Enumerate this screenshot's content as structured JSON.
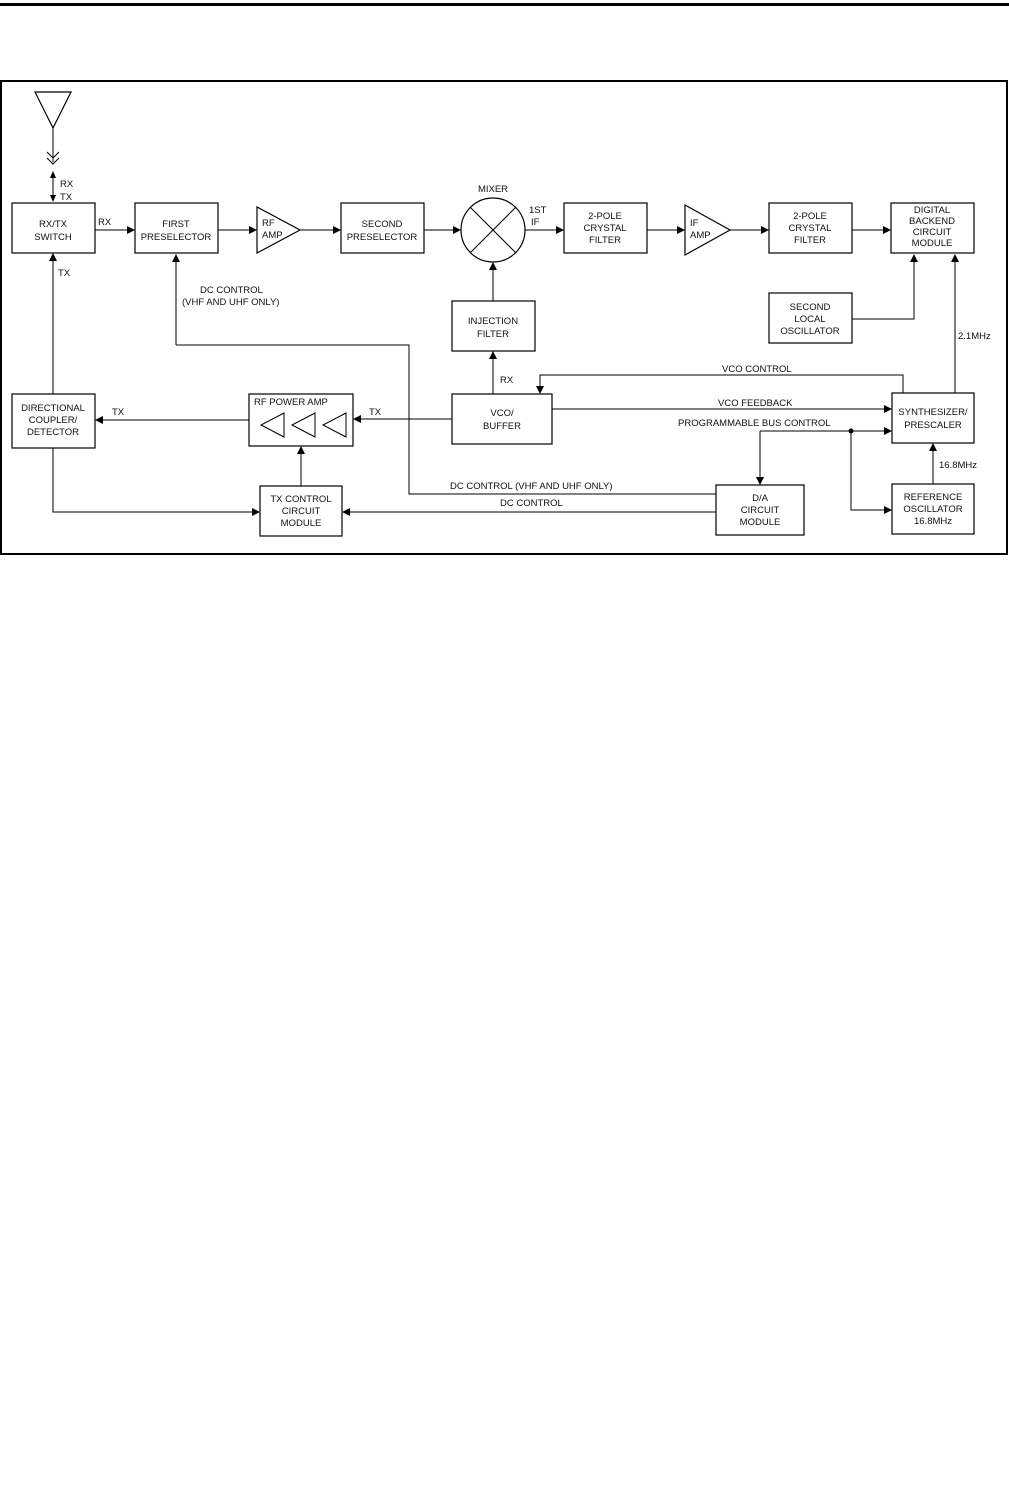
{
  "diagram": {
    "blocks": {
      "rx_tx_switch": [
        "RX/TX",
        "SWITCH"
      ],
      "first_preselector": [
        "FIRST",
        "PRESELECTOR"
      ],
      "rf_amp": [
        "RF",
        "AMP"
      ],
      "second_preselector": [
        "SECOND",
        "PRESELECTOR"
      ],
      "mixer": [
        "MIXER"
      ],
      "crystal_filter_1": [
        "2-POLE",
        "CRYSTAL",
        "FILTER"
      ],
      "if_amp": [
        "IF",
        "AMP"
      ],
      "crystal_filter_2": [
        "2-POLE",
        "CRYSTAL",
        "FILTER"
      ],
      "digital_backend": [
        "DIGITAL",
        "BACKEND",
        "CIRCUIT",
        "MODULE"
      ],
      "second_local_oscillator": [
        "SECOND",
        "LOCAL",
        "OSCILLATOR"
      ],
      "injection_filter": [
        "INJECTION",
        "FILTER"
      ],
      "vco_buffer": [
        "VCO/",
        "BUFFER"
      ],
      "synthesizer": [
        "SYNTHESIZER/",
        "PRESCALER"
      ],
      "reference_oscillator": [
        "REFERENCE",
        "OSCILLATOR",
        "16.8MHz"
      ],
      "directional_coupler": [
        "DIRECTIONAL",
        "COUPLER/",
        "DETECTOR"
      ],
      "rf_power_amp": [
        "RF POWER AMP"
      ],
      "tx_control": [
        "TX CONTROL",
        "CIRCUIT",
        "MODULE"
      ],
      "da_circuit": [
        "D/A",
        "CIRCUIT",
        "MODULE"
      ]
    },
    "signals": {
      "antenna_rx": "RX",
      "antenna_tx": "TX",
      "switch_rx_out": "RX",
      "switch_tx_in": "TX",
      "first_if": [
        "1ST",
        "IF"
      ],
      "dc_control_preselector": [
        "DC CONTROL",
        "(VHF AND UHF ONLY)"
      ],
      "vco_rx": "RX",
      "vco_control": "VCO CONTROL",
      "vco_feedback": "VCO FEEDBACK",
      "programmable_bus": "PROGRAMMABLE BUS CONTROL",
      "dc_control_vhf_uhf": "DC CONTROL (VHF AND UHF ONLY)",
      "dc_control": "DC CONTROL",
      "coupler_tx": "TX",
      "pa_tx_in": "TX",
      "freq_2_1": "2.1MHz",
      "freq_16_8": "16.8MHz"
    }
  }
}
